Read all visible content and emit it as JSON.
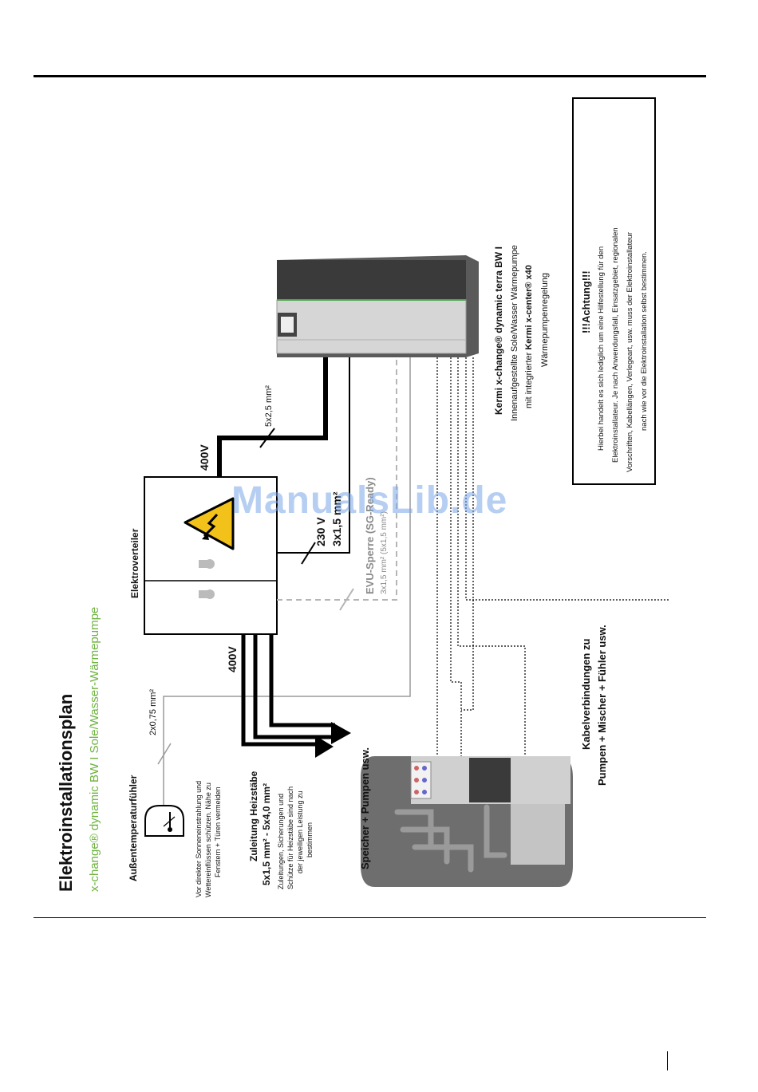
{
  "title": "Elektroinstallationsplan",
  "subtitle": "x-change® dynamic BW I Sole/Wasser-Wärmepumpe",
  "sensor": {
    "heading": "Außentemperaturfühler",
    "cable": "2x0,75 mm²",
    "note_1": "Vor direkter Sonneneinstrahlung  und",
    "note_2": "Wettereinflüssen  schützen.  Nähe zu",
    "note_3": "Fenstern + Türen vermeiden"
  },
  "heater": {
    "heading": "Zuleitung Heizstäbe",
    "spec": "5x1,5  mm²  -  5x4,0  mm²",
    "note_1": "Zuleitungen,  Sicherungen  und",
    "note_2": "Schütze  für Heizstäbe sind nach",
    "note_3": "der jeweiligen Leistung zu",
    "note_4": "bestimmen"
  },
  "storage_label": "Speicher + Pumpen usw.",
  "distributor_label": "Elektroverteiler",
  "volt_400_left": "400V",
  "volt_400_top": "400V",
  "cable_5x25": "5x2,5  mm²",
  "volt_230": "230 V",
  "cable_3x15": "3x1,5 mm²",
  "evu_label": "EVU-Sperre (SG-Ready)",
  "evu_cable": "3x1,5  mm²  (5x1,5 mm²)",
  "cable_connections_1": "Kabelverbindungen zu",
  "cable_connections_2": "Pumpen + Mischer + Fühler usw.",
  "heatpump": {
    "line_1": "Kermi x-change® dynamic terra BW I",
    "line_2": "Innenaufgestellte Sole/Wasser Wärmepumpe",
    "line_3a": "mit integrierter ",
    "line_3b": "Kermi x-center® x40",
    "line_4": "Wärmepumpenregelung"
  },
  "notice": {
    "heading": "!!!Achtung!!!",
    "line_1": "Hierbei handelt es sich lediglich um eine Hilfestellung für den",
    "line_2": "Elektroinstallateur. Je nach Anwendungsfall,  Einsatzgebiet,  regionalen",
    "line_3": "Vorschriften,  Kabellängen,  Verlegeart,  usw. muss der Elektroinstallateur",
    "line_4": "nach wie vor die Elektroinstallation  selbst bestimmen."
  },
  "watermark": "ManualsLib.de",
  "colors": {
    "accent_green": "#6db33f",
    "warning_yellow": "#f2c21a",
    "watermark_blue": "#7aa7e8"
  }
}
